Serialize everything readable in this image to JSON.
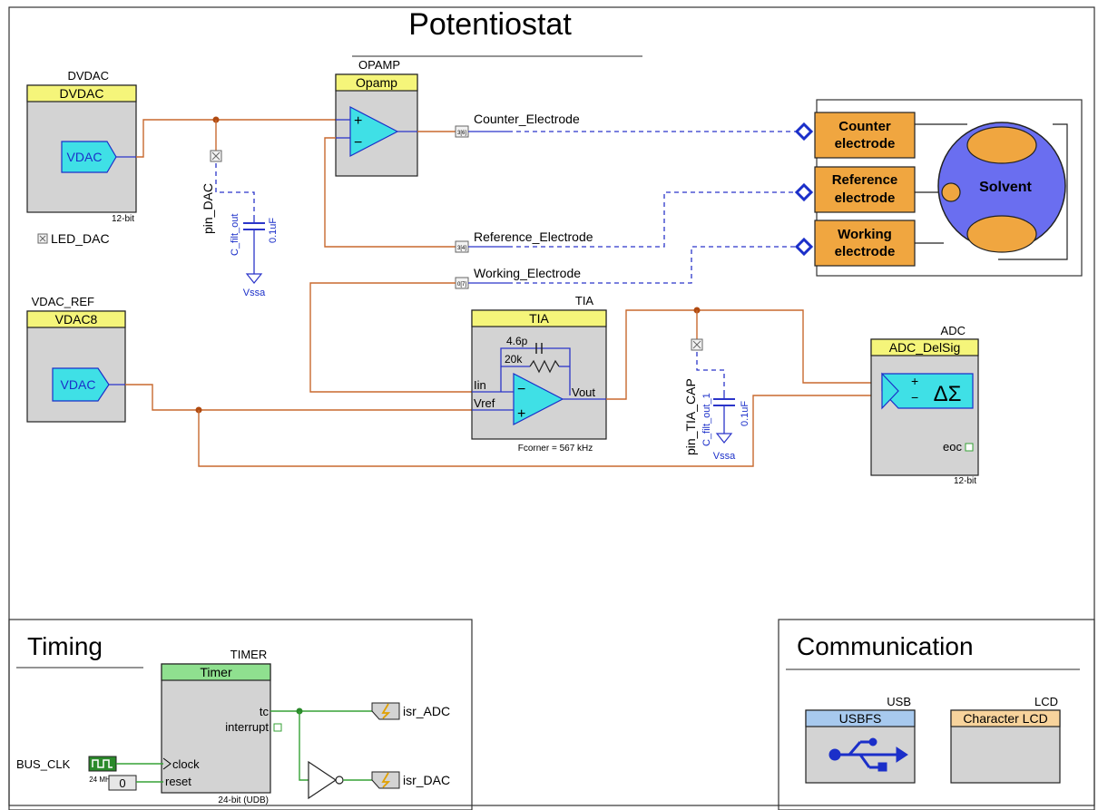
{
  "titles": {
    "potentiostat": "Potentiostat",
    "timing": "Timing",
    "communication": "Communication"
  },
  "dvdac": {
    "instance": "DVDAC",
    "header": "DVDAC",
    "symbol": "VDAC",
    "bits": "12-bit"
  },
  "led_dac": "LED_DAC",
  "pin_dac": {
    "label": "pin_DAC",
    "cap_name": "C_filt_out",
    "cap_value": "0.1uF",
    "ground": "Vssa"
  },
  "opamp": {
    "instance": "OPAMP",
    "header": "Opamp",
    "plus": "+",
    "minus": "−"
  },
  "nets": {
    "counter": "Counter_Electrode",
    "reference": "Reference_Electrode",
    "working": "Working_Electrode",
    "counter_pin": "3[6]",
    "reference_pin": "3[4]",
    "working_pin": "0[7]"
  },
  "cell": {
    "counter": [
      "Counter",
      "electrode"
    ],
    "reference": [
      "Reference",
      "electrode"
    ],
    "working": [
      "Working",
      "electrode"
    ],
    "solvent": "Solvent"
  },
  "vdac_ref": {
    "instance": "VDAC_REF",
    "header": "VDAC8",
    "symbol": "VDAC"
  },
  "tia": {
    "instance": "TIA",
    "header": "TIA",
    "cap": "4.6p",
    "res": "20k",
    "iin": "Iin",
    "vref": "Vref",
    "vout": "Vout",
    "minus": "−",
    "plus": "+",
    "fcorner": "Fcorner = 567 kHz"
  },
  "pin_tia": {
    "label": "pin_TIA_CAP",
    "cap_name": "C_filt_out_1",
    "cap_value": "0.1uF",
    "ground": "Vssa"
  },
  "adc": {
    "instance": "ADC",
    "header": "ADC_DelSig",
    "symbol": "ΔΣ",
    "plus": "+",
    "minus": "−",
    "eoc": "eoc",
    "bits": "12-bit"
  },
  "timer": {
    "instance": "TIMER",
    "header": "Timer",
    "tc": "tc",
    "interrupt": "interrupt",
    "clock": "clock",
    "reset": "reset",
    "bits": "24-bit (UDB)"
  },
  "bus_clk": {
    "label": "BUS_CLK",
    "freq": "24 MHz",
    "reset_value": "0"
  },
  "isr": {
    "adc": "isr_ADC",
    "dac": "isr_DAC"
  },
  "usb": {
    "instance": "USB",
    "header": "USBFS"
  },
  "lcd": {
    "instance": "LCD",
    "header": "Character LCD"
  },
  "colors": {
    "analog_wire": "#c8692f",
    "signal_wire": "#2b35c9",
    "digital_wire": "#36a236",
    "component_body": "#d3d3d3",
    "header_yellow": "#f5f57a",
    "header_green": "#8fe08f",
    "header_blue": "#a7c9ee",
    "electrode": "#f0a640",
    "solvent": "#6a6ef0",
    "analog_symbol": "#3fe0e6"
  }
}
